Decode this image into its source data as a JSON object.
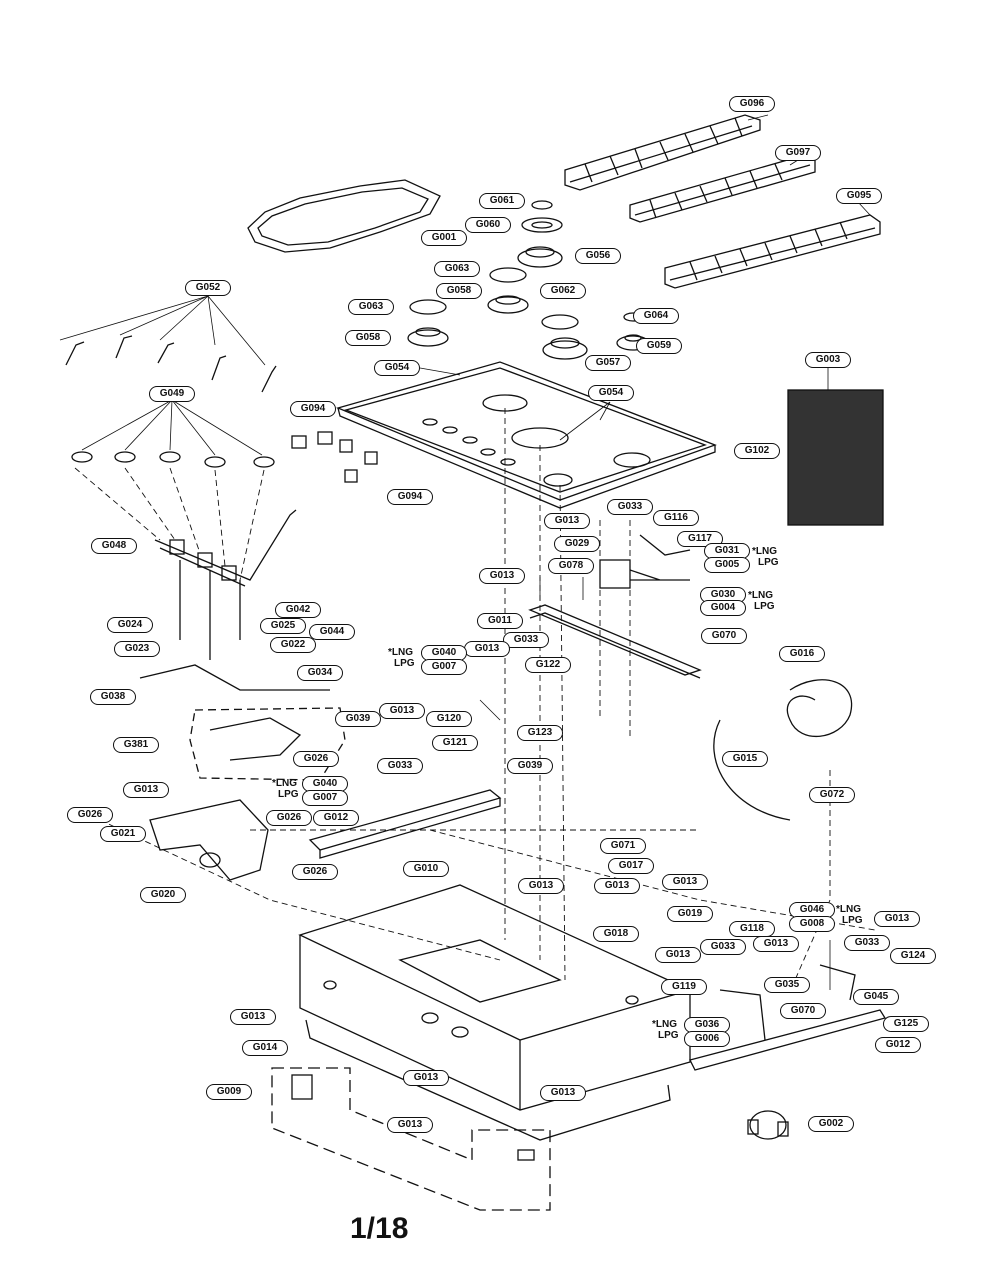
{
  "page_number": "1/18",
  "parts": {
    "G001": "G001",
    "G002": "G002",
    "G003": "G003",
    "G009": "G009",
    "G010": "G010",
    "G011": "G011",
    "G012": "G012",
    "G013": "G013",
    "G014": "G014",
    "G015": "G015",
    "G016": "G016",
    "G017": "G017",
    "G018": "G018",
    "G019": "G019",
    "G020": "G020",
    "G021": "G021",
    "G022": "G022",
    "G023": "G023",
    "G024": "G024",
    "G025": "G025",
    "G026": "G026",
    "G029": "G029",
    "G033": "G033",
    "G034": "G034",
    "G035": "G035",
    "G038": "G038",
    "G039": "G039",
    "G042": "G042",
    "G044": "G044",
    "G045": "G045",
    "G048": "G048",
    "G049": "G049",
    "G052": "G052",
    "G054": "G054",
    "G056": "G056",
    "G057": "G057",
    "G058": "G058",
    "G059": "G059",
    "G060": "G060",
    "G061": "G061",
    "G062": "G062",
    "G063": "G063",
    "G064": "G064",
    "G070": "G070",
    "G071": "G071",
    "G072": "G072",
    "G078": "G078",
    "G094": "G094",
    "G095": "G095",
    "G096": "G096",
    "G097": "G097",
    "G102": "G102",
    "G116": "G116",
    "G117": "G117",
    "G118": "G118",
    "G119": "G119",
    "G120": "G120",
    "G121": "G121",
    "G122": "G122",
    "G123": "G123",
    "G124": "G124",
    "G125": "G125",
    "G381": "G381",
    "G031": "G031",
    "G005": "G005",
    "G030": "G030",
    "G004": "G004",
    "G040": "G040",
    "G007": "G007",
    "G046": "G046",
    "G008": "G008",
    "G036": "G036",
    "G006": "G006"
  },
  "gas_note": {
    "lng": "*LNG",
    "lpg": "LPG"
  }
}
